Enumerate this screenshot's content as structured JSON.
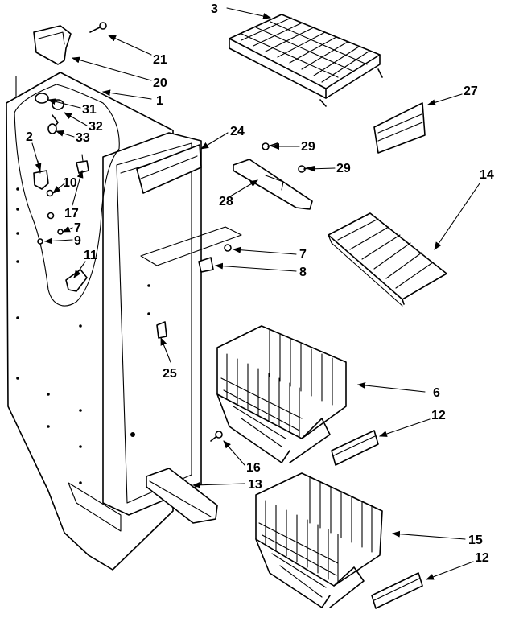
{
  "diagram": {
    "callouts": {
      "c1": "1",
      "c2": "2",
      "c3": "3",
      "c6": "6",
      "c7a": "7",
      "c7b": "7",
      "c8": "8",
      "c9": "9",
      "c10": "10",
      "c11": "11",
      "c12a": "12",
      "c12b": "12",
      "c13": "13",
      "c14": "14",
      "c15": "15",
      "c16": "16",
      "c17": "17",
      "c20": "20",
      "c21": "21",
      "c24": "24",
      "c25": "25",
      "c27": "27",
      "c28": "28",
      "c29a": "29",
      "c29b": "29",
      "c31": "31",
      "c32": "32",
      "c33": "33"
    }
  }
}
